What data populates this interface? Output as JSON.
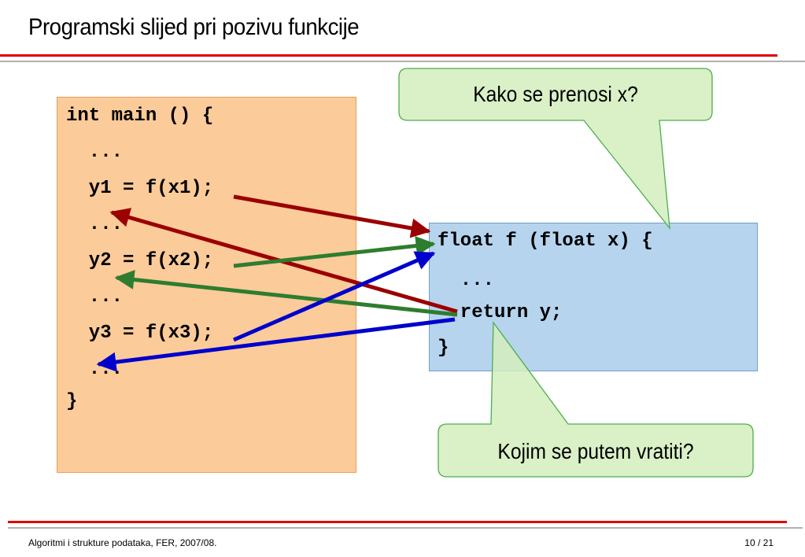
{
  "title": "Programski slijed pri pozivu funkcije",
  "main_code": [
    "int main () {",
    "  ...",
    "  y1 = f(x1);",
    "  ...",
    "  y2 = f(x2);",
    "  ...",
    "  y3 = f(x3);",
    "  ...",
    "}"
  ],
  "f_code": [
    "float f (float x) {",
    "  ...",
    "  return y;",
    "}"
  ],
  "callouts": {
    "question_top": "Kako se prenosi x?",
    "question_bottom": "Kojim se putem vratiti?"
  },
  "colors": {
    "main_box": "#fccb9a",
    "f_box": "#b6d4ee",
    "callout_fill": "#d3edbd",
    "callout_border": "#4cae4c",
    "arrow_call1": "#9b0000",
    "arrow_call2": "#2e7d2e",
    "arrow_call3": "#0000cc",
    "accent_red": "#e00000"
  },
  "footer": {
    "left": "Algoritmi i strukture podataka, FER, 2007/08.",
    "right": "10 / 21"
  }
}
